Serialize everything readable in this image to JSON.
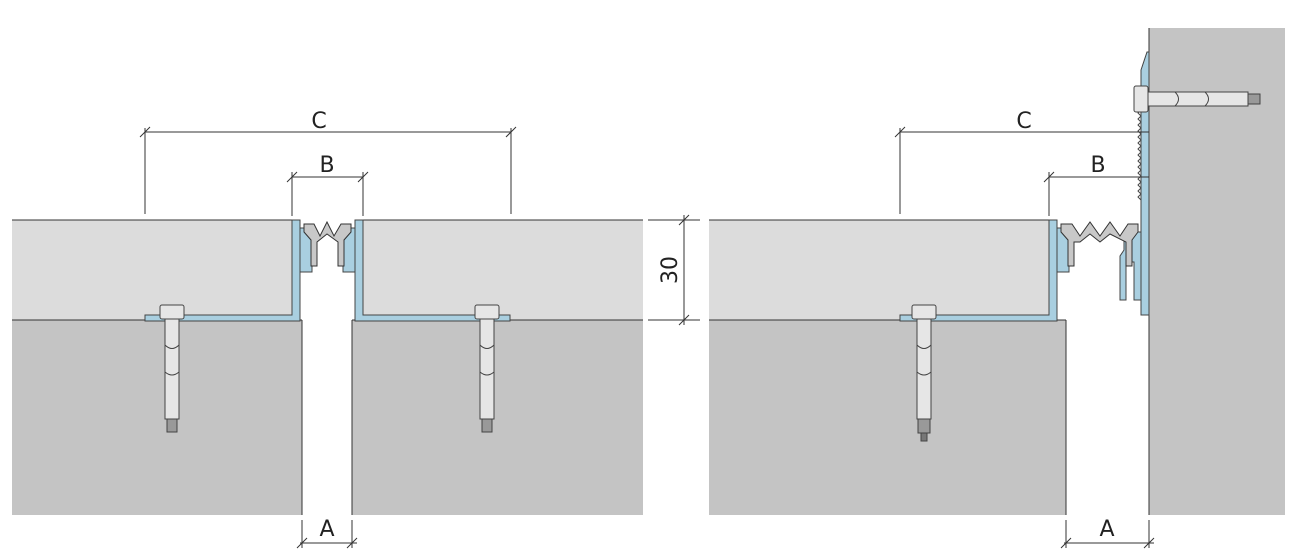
{
  "labels": {
    "dim_a": "A",
    "dim_b": "B",
    "dim_c": "C",
    "dim_thickness": "30"
  },
  "colors": {
    "screed": "#dcdcdc",
    "concrete": "#c4c4c4",
    "profile": "#a9cfe0",
    "seal": "#c8c8c8",
    "line": "#333333"
  }
}
